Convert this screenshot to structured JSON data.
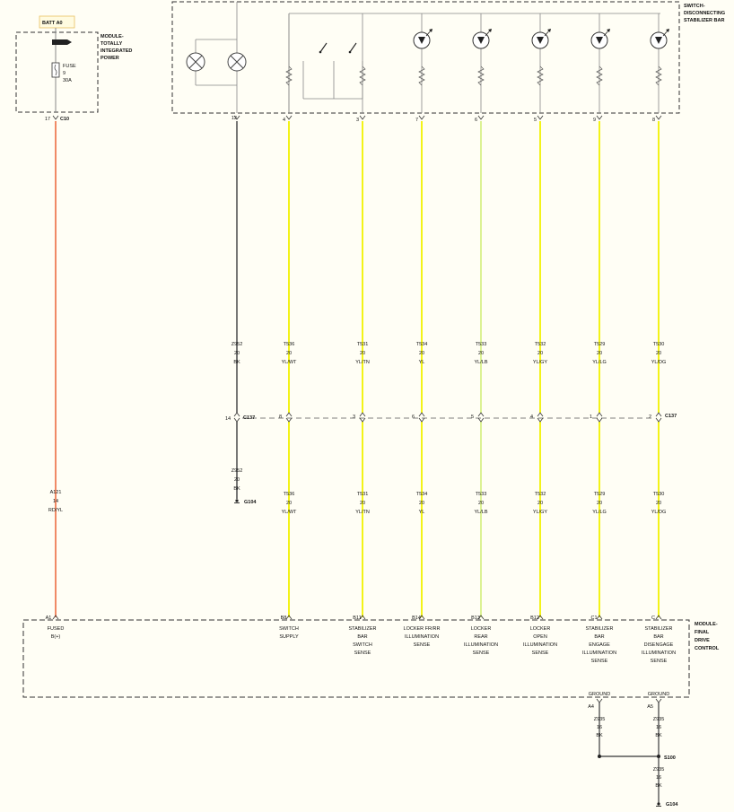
{
  "colors": {
    "background": "#fffef5",
    "wire_red_yellow": "#f08a66",
    "wire_black": "#555555",
    "wire_yellow": "#f2f200",
    "wire_yellow_lightblue": "#d8f08a",
    "box_border": "#333333"
  },
  "batt_label": "BATT A0",
  "tipm": {
    "title_lines": [
      "MODULE-",
      "TOTALLY",
      "INTEGRATED",
      "POWER"
    ],
    "fuse_lines": [
      "FUSE",
      "9",
      "30A"
    ],
    "connector": "C10",
    "pin": "17"
  },
  "switch": {
    "title_lines": [
      "SWITCH-",
      "DISCONNECTING",
      "STABILIZER BAR"
    ]
  },
  "connectors": {
    "c137": "C137",
    "c137_gnd_pin": "14",
    "g104": "G104",
    "s100": "S100"
  },
  "feed_wire": {
    "pin_bottom": "A1",
    "lines": [
      "A121",
      "14",
      "RD/YL"
    ],
    "desc_lines": [
      "FUSED",
      "B(+)"
    ]
  },
  "ground_wire": {
    "switch_pin": "12",
    "upper_lines": [
      "Z952",
      "20",
      "BK"
    ],
    "lower_lines": [
      "Z952",
      "20",
      "BK"
    ]
  },
  "signals": [
    {
      "switch_pin": "4",
      "c137_pin": "8",
      "upper": [
        "T536",
        "20",
        "YL/WT"
      ],
      "lower": [
        "T536",
        "20",
        "YL/WT"
      ],
      "module_pin": "B8",
      "desc": [
        "SWITCH",
        "SUPPLY"
      ]
    },
    {
      "switch_pin": "3",
      "c137_pin": "3",
      "upper": [
        "T531",
        "20",
        "YL/TN"
      ],
      "lower": [
        "T531",
        "20",
        "YL/TN"
      ],
      "module_pin": "B11",
      "desc": [
        "STABILIZER",
        "BAR",
        "SWITCH",
        "SENSE"
      ]
    },
    {
      "switch_pin": "7",
      "c137_pin": "6",
      "upper": [
        "T534",
        "20",
        "YL"
      ],
      "lower": [
        "T534",
        "20",
        "YL"
      ],
      "module_pin": "B14",
      "desc": [
        "LOCKER FR/RR",
        "ILLUMINATION",
        "SENSE"
      ]
    },
    {
      "switch_pin": "6",
      "c137_pin": "5",
      "upper": [
        "T533",
        "20",
        "YL/LB"
      ],
      "lower": [
        "T533",
        "20",
        "YL/LB"
      ],
      "module_pin": "B13",
      "desc": [
        "LOCKER",
        "REAR",
        "ILLUMINATION",
        "SENSE"
      ]
    },
    {
      "switch_pin": "5",
      "c137_pin": "4",
      "upper": [
        "T532",
        "20",
        "YL/GY"
      ],
      "lower": [
        "T532",
        "20",
        "YL/GY"
      ],
      "module_pin": "B12",
      "desc": [
        "LOCKER",
        "OPEN",
        "ILLUMINATION",
        "SENSE"
      ]
    },
    {
      "switch_pin": "9",
      "c137_pin": "1",
      "upper": [
        "T529",
        "20",
        "YL/LG"
      ],
      "lower": [
        "T529",
        "20",
        "YL/LG"
      ],
      "module_pin": "C1",
      "desc": [
        "STABILIZER",
        "BAR",
        "ENGAGE",
        "ILLUMINATION",
        "SENSE"
      ]
    },
    {
      "switch_pin": "8",
      "c137_pin": "2",
      "upper": [
        "T530",
        "20",
        "YL/DG"
      ],
      "lower": [
        "T530",
        "20",
        "YL/DG"
      ],
      "module_pin": "C",
      "desc": [
        "STABILIZER",
        "BAR",
        "DISENGAGE",
        "ILLUMINATION",
        "SENSE"
      ]
    }
  ],
  "module": {
    "title_lines": [
      "MODULE-",
      "FINAL",
      "DRIVE",
      "CONTROL"
    ],
    "grounds": [
      {
        "label": "GROUND",
        "pin": "A4",
        "lines": [
          "Z935",
          "16",
          "BK"
        ]
      },
      {
        "label": "GROUND",
        "pin": "A5",
        "lines": [
          "Z935",
          "16",
          "BK"
        ]
      }
    ],
    "splice_out": [
      "Z935",
      "16",
      "BK"
    ]
  }
}
